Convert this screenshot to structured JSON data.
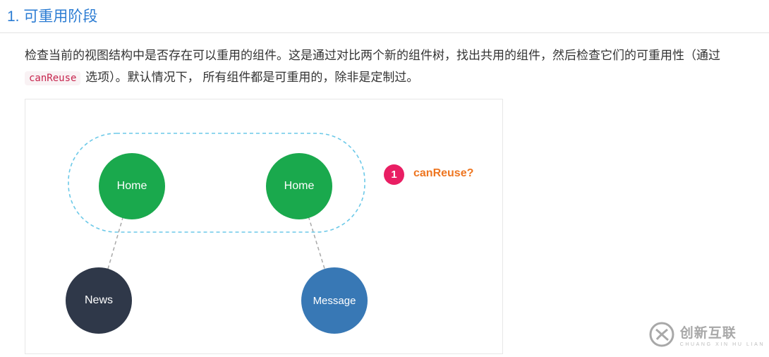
{
  "header": {
    "title": "1. 可重用阶段",
    "accent_color": "#2b7cd3"
  },
  "paragraph": {
    "part1": "检查当前的视图结构中是否存在可以重用的组件。这是通过对比两个新的组件树，找出共用的组件，然后检查它们的可重用性（通过",
    "code": "canReuse",
    "part2": " 选项）。默认情况下， 所有组件都是可重用的，除非是定制过。"
  },
  "diagram": {
    "nodes": {
      "home_left": {
        "label": "Home",
        "color": "#1aa94d"
      },
      "home_right": {
        "label": "Home",
        "color": "#1aa94d"
      },
      "news": {
        "label": "News",
        "color": "#2f3849"
      },
      "message": {
        "label": "Message",
        "color": "#3878b5"
      }
    },
    "badge": {
      "label": "1",
      "color": "#e91e63"
    },
    "annotation": {
      "label": "canReuse?",
      "color": "#ee7621"
    },
    "group_outline_color": "#6cc9e8",
    "connector_color": "#a9a9a9"
  },
  "watermark": {
    "name": "创新互联",
    "subtitle": "CHUANG XIN HU LIAN"
  }
}
